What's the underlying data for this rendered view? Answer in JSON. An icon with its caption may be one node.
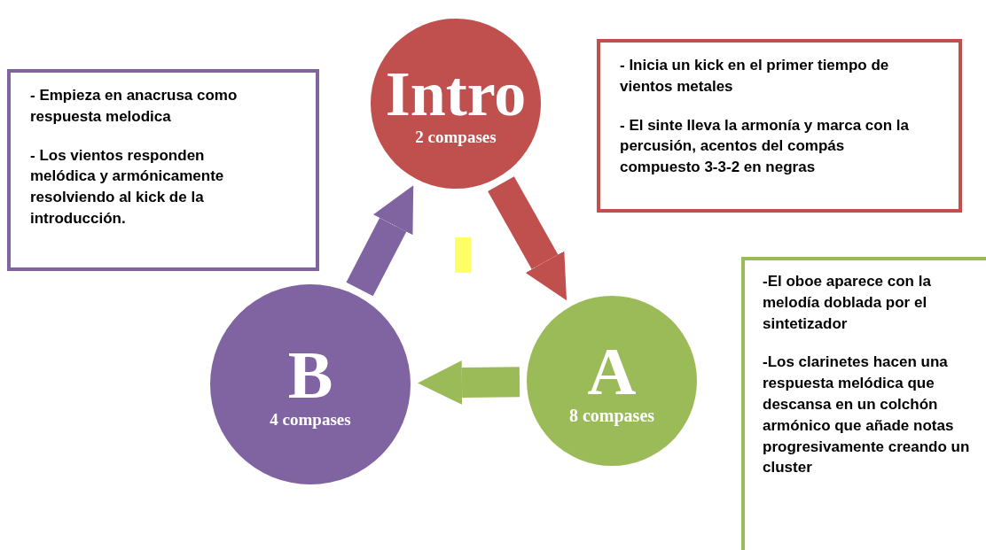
{
  "diagram": {
    "nodes": [
      {
        "text": [
          "Intro",
          "2 compases"
        ]
      },
      {
        "text": [
          "A",
          "8 compases"
        ]
      },
      {
        "text": [
          "B",
          "4 compases"
        ]
      },
      {
        "text": [
          "- Empieza en anacrusa como respuesta melodica",
          "-  Los vientos responden melódica y armónicamente resolviendo al kick de la introducción."
        ]
      },
      {
        "text": [
          "- Inicia un kick en el primer tiempo de vientos metales",
          "- El sinte lleva la armonía y marca con la percusión, acentos del compás compuesto 3-3-2 en  negras"
        ]
      },
      {
        "text": [
          "-El oboe aparece con la melodía doblada por el sintetizador",
          "-Los clarinetes hacen una  respuesta melódica que descansa en un colchón armónico que añade notas progresivamente creando un cluster"
        ]
      }
    ],
    "edges": [
      {
        "from": 0,
        "to": 1,
        "arrow": "to",
        "color": "#c0504d"
      },
      {
        "from": 1,
        "to": 2,
        "arrow": "to",
        "color": "#9bbb59"
      },
      {
        "from": 2,
        "to": 0,
        "arrow": "to",
        "color": "#8064a2"
      }
    ]
  }
}
